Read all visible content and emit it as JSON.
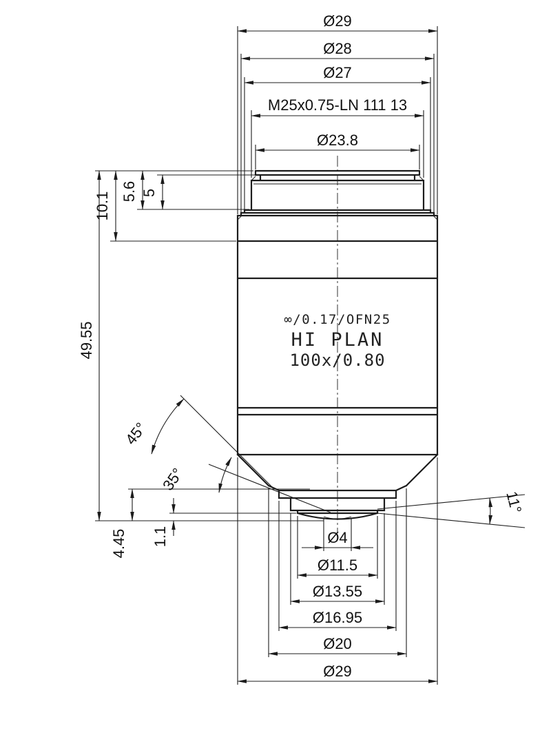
{
  "colors": {
    "line": "#1c1c1c",
    "background": "#ffffff"
  },
  "dims_top": {
    "d29": "Ø29",
    "d28": "Ø28",
    "d27": "Ø27",
    "thread": "M25x0.75-LN 111 13",
    "d23_8": "Ø23.8"
  },
  "dims_left": {
    "h10_1": "10.1",
    "h5_6": "5.6",
    "h5": "5",
    "h49_55": "49.55",
    "h4_45": "4.45",
    "h1_1": "1.1"
  },
  "angles": {
    "a45": "45°",
    "a35": "35°",
    "a11": "11°"
  },
  "dims_bottom": {
    "d4": "Ø4",
    "d11_5": "Ø11.5",
    "d13_55": "Ø13.55",
    "d16_95": "Ø16.95",
    "d20": "Ø20",
    "d29": "Ø29"
  },
  "engraving": {
    "line1": "∞/0.17/OFN25",
    "line2": "HI PLAN",
    "line3": "100x/0.80"
  }
}
